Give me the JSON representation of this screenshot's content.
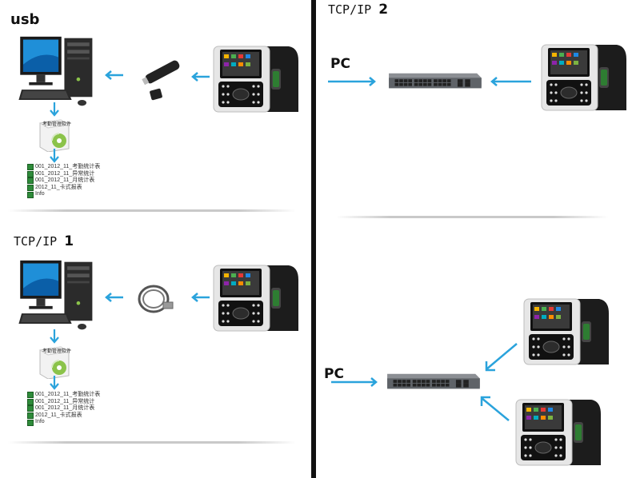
{
  "panels": {
    "usb": {
      "title": "usb",
      "software_label": "考勤管理软件",
      "files": [
        "001_2012_11_考勤统计表",
        "001_2012_11_异常统计",
        "001_2012_11_月统计表",
        "2012_11_卡式报表",
        "Info"
      ]
    },
    "tcp1": {
      "title": "TCP/IP",
      "number": "1",
      "software_label": "考勤管理软件",
      "files": [
        "001_2012_11_考勤统计表",
        "001_2012_11_异常统计",
        "001_2012_11_月统计表",
        "2012_11_卡式报表",
        "Info"
      ]
    },
    "tcp2": {
      "title": "TCP/IP",
      "number": "2",
      "pc_label_top": "PC",
      "pc_label_bottom": "PC"
    }
  },
  "colors": {
    "arrow": "#2aa3dc",
    "divider": "#111111",
    "excel_icon": "#2e8b3a"
  },
  "icons": [
    "computer-icon",
    "usb-drive-icon",
    "network-cable-icon",
    "attendance-terminal-icon",
    "network-switch-icon",
    "software-box-icon",
    "excel-file-icon"
  ]
}
